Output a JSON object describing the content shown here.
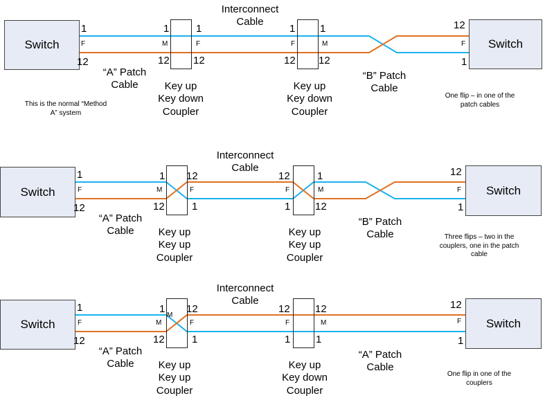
{
  "colors": {
    "blue": "#1ab2ec",
    "orange": "#e07020",
    "switch_fill": "#e6ebf5"
  },
  "rows": [
    {
      "left_switch": "Switch",
      "right_switch": "Switch",
      "left_pins": {
        "top": "1",
        "mid": "F",
        "bottom": "12"
      },
      "coupler1": {
        "left_top": "1",
        "left_mid": "M",
        "left_bottom": "12",
        "right_top": "1",
        "right_mid": "F",
        "right_bottom": "12",
        "label": [
          "Key up",
          "Key down",
          "Coupler"
        ]
      },
      "coupler2": {
        "left_top": "1",
        "left_mid": "F",
        "left_bottom": "12",
        "right_top": "1",
        "right_mid": "M",
        "right_bottom": "12",
        "label": [
          "Key up",
          "Key down",
          "Coupler"
        ]
      },
      "right_pins": {
        "top": "12",
        "mid": "F",
        "bottom": "1"
      },
      "patch_left": [
        "“A” Patch",
        "Cable"
      ],
      "interconnect": [
        "Interconnect",
        "Cable"
      ],
      "patch_right": [
        "“B” Patch",
        "Cable"
      ],
      "note_left": "This is the normal “Method A” system",
      "note_right": "One flip – in one of the patch cables"
    },
    {
      "left_switch": "Switch",
      "right_switch": "Switch",
      "left_pins": {
        "top": "1",
        "mid": "F",
        "bottom": "12"
      },
      "coupler1": {
        "left_top": "1",
        "left_mid": "M",
        "left_bottom": "12",
        "right_top": "12",
        "right_mid": "F",
        "right_bottom": "1",
        "label": [
          "Key up",
          "Key up",
          "Coupler"
        ]
      },
      "coupler2": {
        "left_top": "12",
        "left_mid": "F",
        "left_bottom": "1",
        "right_top": "1",
        "right_mid": "M",
        "right_bottom": "12",
        "label": [
          "Key up",
          "Key up",
          "Coupler"
        ]
      },
      "right_pins": {
        "top": "12",
        "mid": "F",
        "bottom": "1"
      },
      "patch_left": [
        "“A” Patch",
        "Cable"
      ],
      "interconnect": [
        "Interconnect",
        "Cable"
      ],
      "patch_right": [
        "“B” Patch",
        "Cable"
      ],
      "note_right": "Three flips – two in the couplers, one in the patch cable"
    },
    {
      "left_switch": "Switch",
      "right_switch": "Switch",
      "left_pins": {
        "top": "1",
        "mid": "F",
        "bottom": "12"
      },
      "coupler1": {
        "left_top": "1",
        "left_mid": "M",
        "left_top_extra": "M",
        "left_bottom": "12",
        "right_top": "12",
        "right_mid": "F",
        "right_bottom": "1",
        "label": [
          "Key up",
          "Key up",
          "Coupler"
        ]
      },
      "coupler2": {
        "left_top": "12",
        "left_mid": "F",
        "left_bottom": "1",
        "right_top": "12",
        "right_mid": "M",
        "right_bottom": "1",
        "label": [
          "Key up",
          "Key down",
          "Coupler"
        ]
      },
      "right_pins": {
        "top": "12",
        "mid": "F",
        "bottom": "1"
      },
      "patch_left": [
        "“A” Patch",
        "Cable"
      ],
      "interconnect": [
        "Interconnect",
        "Cable"
      ],
      "patch_right": [
        "“A” Patch",
        "Cable"
      ],
      "note_right": "One flip in one of the couplers"
    }
  ]
}
